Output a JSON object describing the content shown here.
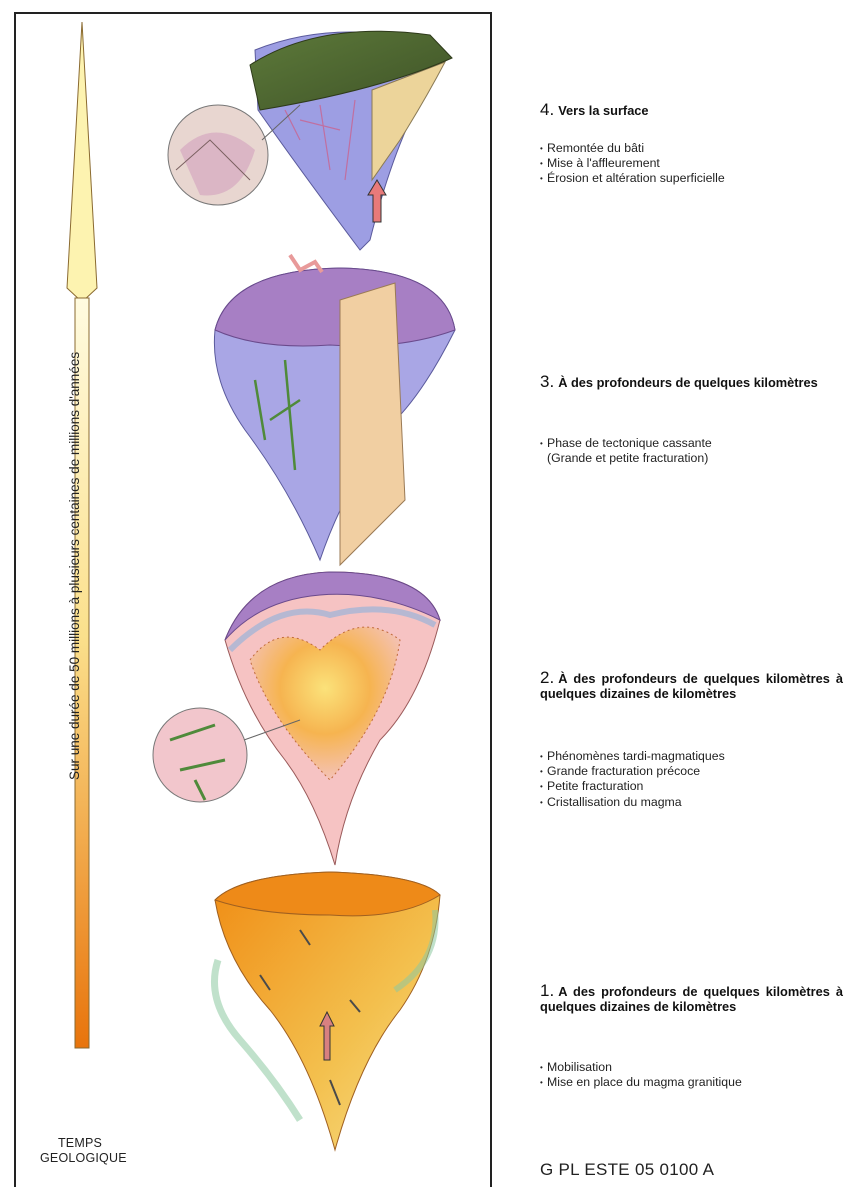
{
  "axis": {
    "duration_label": "Sur une durée de 50 millions à plusieurs centaines de millions d'années",
    "time_label_line1": "TEMPS",
    "time_label_line2": "GEOLOGIQUE"
  },
  "steps": [
    {
      "number": "4.",
      "title": "Vers la surface",
      "bullets": [
        "Remontée du bâti",
        "Mise à l'affleurement",
        "Érosion et altération superficielle"
      ]
    },
    {
      "number": "3.",
      "title": "À des profondeurs de quelques kilomètres",
      "bullets": [
        "Phase de tectonique cassante",
        "(Grande et petite fracturation)"
      ]
    },
    {
      "number": "2.",
      "title": "À des profondeurs de quelques kilomètres à quelques dizaines de kilomètres",
      "bullets": [
        "Phénomènes tardi-magmatiques",
        "Grande fracturation précoce",
        "Petite fracturation",
        "Cristallisation du magma"
      ]
    },
    {
      "number": "1.",
      "title": "A des profondeurs de quelques kilomètres à quelques dizaines de kilomètres",
      "bullets": [
        "Mobilisation",
        "Mise en place du magma granitique"
      ]
    }
  ],
  "reference_code": "G PL ESTE 05 0100 A",
  "colors": {
    "arrow_top": "#fdf3b0",
    "arrow_bottom": "#e87d12",
    "purple": "#a77fc4",
    "lavender": "#aaa6e6",
    "pink": "#f6c3c3",
    "orange": "#f2a02c",
    "green": "#4f8a3a"
  }
}
